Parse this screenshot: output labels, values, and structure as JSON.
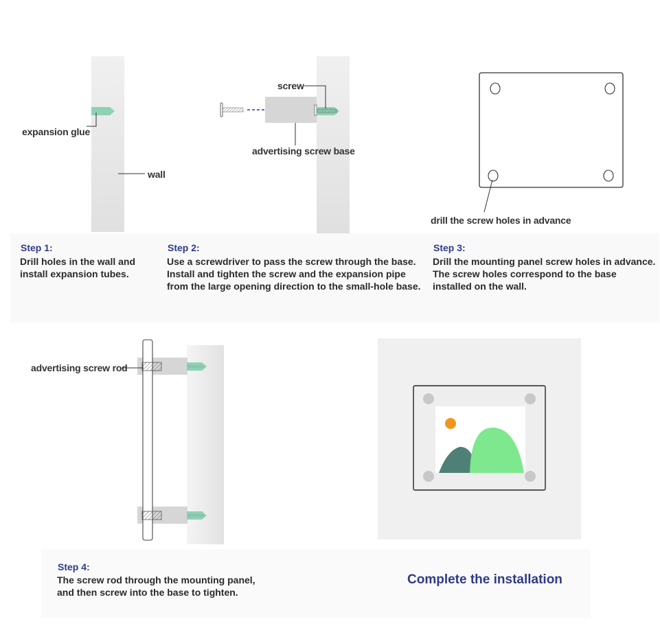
{
  "panel1": {
    "expansion_glue": "expansion glue",
    "wall": "wall",
    "step_title": "Step 1:",
    "step_text": "Drill holes in the wall and\ninstall expansion tubes."
  },
  "panel2": {
    "screw": "screw",
    "advertising_screw_base": "advertising screw base",
    "step_title": "Step 2:",
    "step_text": "Use a screwdriver to pass the screw through the base.\nInstall and tighten the screw and the expansion pipe\nfrom the large opening direction to the small-hole base."
  },
  "panel3": {
    "drill_label": "drill the screw holes in advance",
    "step_title": "Step 3:",
    "step_text": " Drill the mounting panel screw holes in advance.\nThe screw holes correspond to the base\n installed on the wall."
  },
  "panel4": {
    "screw_rod": "advertising screw rod",
    "step_title": "Step 4:",
    "step_text": "The screw rod through the mounting panel,\nand then screw into the base to tighten."
  },
  "panel5": {
    "complete": "Complete the installation"
  },
  "colors": {
    "step_title": "#2f3a8a",
    "wall": "#e6e6e6",
    "anchor": "#8fd1b4",
    "image_green": "#7de88e",
    "image_teal": "#4f8078",
    "sun": "#f0961e"
  }
}
